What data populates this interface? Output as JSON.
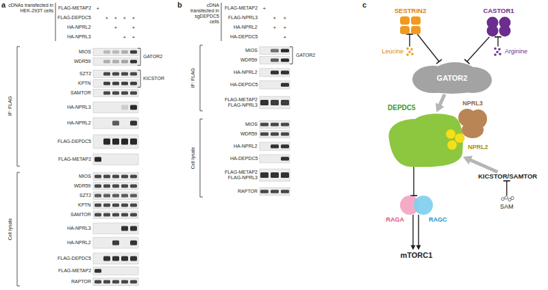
{
  "diagram": {
    "nodes": [
      {
        "text": [
          "SESTRIN2"
        ]
      },
      {
        "text": [
          "CASTOR1"
        ]
      },
      {
        "text": [
          "Leucine"
        ]
      },
      {
        "text": [
          "Arginine"
        ]
      },
      {
        "text": [
          "GATOR2"
        ]
      },
      {
        "text": [
          "DEPDC5"
        ]
      },
      {
        "text": [
          "NPRL3"
        ]
      },
      {
        "text": [
          "NPRL2"
        ]
      },
      {
        "text": [
          "KICSTOR/SAMTOR"
        ]
      },
      {
        "text": [
          "SAM"
        ]
      },
      {
        "text": [
          "RAGA"
        ]
      },
      {
        "text": [
          "RAGC"
        ]
      },
      {
        "text": [
          "mTORC1"
        ]
      }
    ],
    "edges": [
      {
        "from": 0,
        "to": 4,
        "arrow": "to"
      },
      {
        "from": 2,
        "to": 0,
        "arrow": "to"
      },
      {
        "from": 1,
        "to": 4,
        "arrow": "to"
      },
      {
        "from": 3,
        "to": 1,
        "arrow": "to"
      },
      {
        "from": 4,
        "to": 5,
        "arrow": "to"
      },
      {
        "from": 8,
        "to": 5,
        "arrow": "to"
      },
      {
        "from": 9,
        "to": 8,
        "arrow": "to"
      },
      {
        "from": 5,
        "to": 10,
        "arrow": "to"
      },
      {
        "from": 10,
        "to": 12,
        "arrow": "to"
      },
      {
        "from": 11,
        "to": 12,
        "arrow": "to"
      }
    ],
    "labels": [
      "a",
      "cDNAs transfected in HEK-293T cells",
      "FLAG-METAP2",
      "+",
      "FLAG-DEPDC5",
      "+",
      "+",
      "+",
      "+",
      "HA-NPRL2",
      "+",
      "+",
      "HA-NPRL3",
      "+",
      "+",
      "IP: FLAG",
      "MIOS",
      "WDR59",
      "SZT2",
      "KPTN",
      "SAMTOR",
      "HA-NPRL3",
      "HA-NPRL2",
      "FLAG-DEPDC5",
      "FLAG-METAP2",
      "GATOR2",
      "KICSTOR",
      "Cell lysate",
      "MIOS",
      "WDR59",
      "SZT2",
      "KPTN",
      "SAMTOR",
      "HA-NPRL3",
      "HA-NPRL2",
      "FLAG-DEPDC5",
      "FLAG-METAP2",
      "RAPTOR",
      "b",
      "cDNA transfected in sgDEPDC5 cells",
      "FLAG-METAP2",
      "+",
      "FLAG-NPRL3",
      "+",
      "+",
      "HA-NPRL2",
      "+",
      "+",
      "HA-DEPDC5",
      "+",
      "IP: FLAG",
      "MIOS",
      "WDR59",
      "HA-NPRL2",
      "HA-DEPDC5",
      "FLAG-METAP2 FLAG-NPRL3",
      "GATOR2",
      "Cell lysate",
      "MIOS",
      "WDR59",
      "HA-NPRL2",
      "HA-DEPDC5",
      "FLAG-METAP2 FLAG-NPRL3",
      "RAPTOR",
      "c"
    ]
  }
}
